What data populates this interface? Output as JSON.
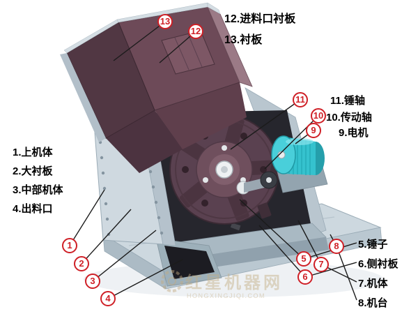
{
  "page": {
    "background": "#ffffff",
    "description": "hammer crusher parts diagram"
  },
  "colors": {
    "callout_red": "#cf1f26",
    "hopper_inner": "#6d4a58",
    "rotor_maroon": "#5a4150",
    "motor_teal": "#35c2ce",
    "body_gray": "#cfd9e0",
    "interior_dark": "#26262d"
  },
  "callouts": [
    {
      "n": "1"
    },
    {
      "n": "2"
    },
    {
      "n": "3"
    },
    {
      "n": "4"
    },
    {
      "n": "5"
    },
    {
      "n": "6"
    },
    {
      "n": "7"
    },
    {
      "n": "8"
    },
    {
      "n": "9"
    },
    {
      "n": "10"
    },
    {
      "n": "11"
    },
    {
      "n": "12"
    },
    {
      "n": "13"
    }
  ],
  "labels": {
    "left": [
      {
        "text": "1.上机体"
      },
      {
        "text": "2.大衬板"
      },
      {
        "text": "3.中部机体"
      },
      {
        "text": "4.出料口"
      }
    ],
    "top": [
      {
        "text": "12.进料口衬板"
      },
      {
        "text": "13.衬板"
      }
    ],
    "right_mid": [
      {
        "text": "11.锤轴"
      },
      {
        "text": "10.传动轴"
      },
      {
        "text": "9.电机"
      }
    ],
    "right_bottom": [
      {
        "text": "5.锤子"
      },
      {
        "text": "6.侧衬板"
      },
      {
        "text": "7.机体"
      },
      {
        "text": "8.机台"
      }
    ]
  },
  "watermark": {
    "cn": "红星机器网",
    "en": "HONGXINGJIQI.COM"
  }
}
